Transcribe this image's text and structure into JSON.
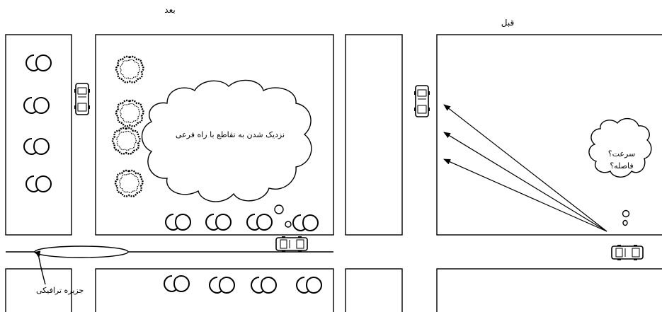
{
  "panels": {
    "after": {
      "title": "بعد",
      "thought_text": "نزدیک شدن به تقاطع با راه فرعی",
      "island_label": "جزیره ترافیکی"
    },
    "before": {
      "title": "قبل",
      "thought_line1": "سرعت؟",
      "thought_line2": "فاصله؟"
    }
  },
  "icons": [
    "car-top-view-icon",
    "tree-pair-icon",
    "scribble-bush-icon",
    "arrow-icon",
    "thought-cloud-icon"
  ]
}
